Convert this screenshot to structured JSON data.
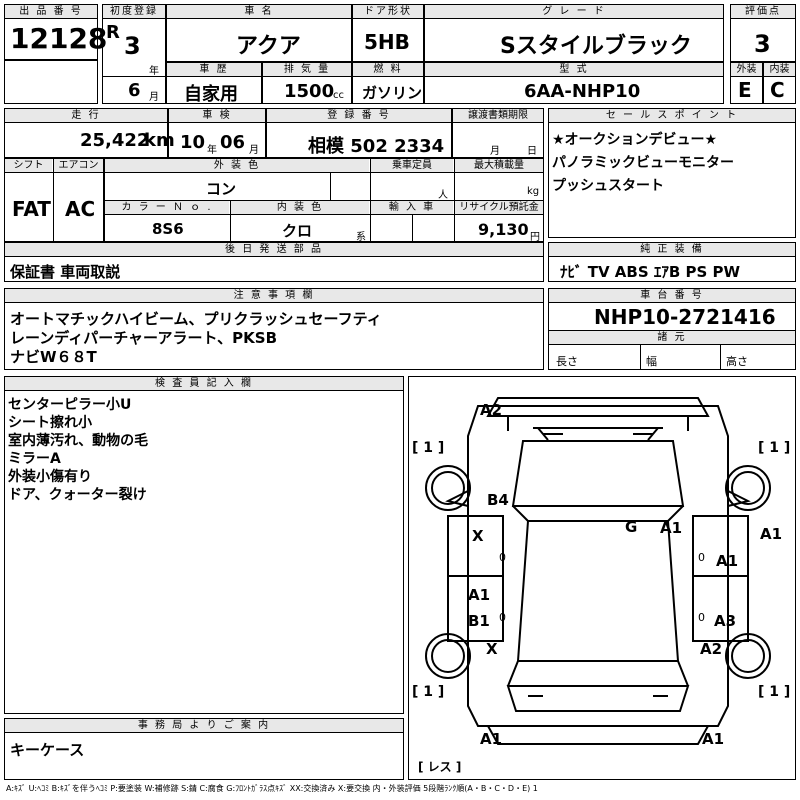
{
  "header": {
    "lot_label": "出 品 番 号",
    "lot_number": "12128",
    "first_reg_label": "初度登録",
    "era": "R",
    "year": "3",
    "year_unit": "年",
    "month": "6",
    "month_unit": "月",
    "car_name_label": "車 名",
    "car_name": "アクア",
    "door_label": "ドア形状",
    "door": "5HB",
    "grade_label": "グ レ ー ド",
    "grade": "Sスタイルブラック",
    "score_label": "評価点",
    "score": "3",
    "history_label": "車 歴",
    "history": "自家用",
    "displacement_label": "排 気 量",
    "displacement": "1500",
    "displacement_unit": "cc",
    "fuel_label": "燃 料",
    "fuel": "ガソリン",
    "model_label": "型 式",
    "model": "6AA-NHP10",
    "exterior_grade_label": "外装",
    "exterior_grade": "E",
    "interior_grade_label": "内装",
    "interior_grade": "C"
  },
  "row2": {
    "mileage_label": "走 行",
    "mileage": "25,422",
    "mileage_unit": "km",
    "inspection_label": "車 検",
    "inspection_year": "10",
    "inspection_year_unit": "年",
    "inspection_month": "06",
    "inspection_month_unit": "月",
    "registration_label": "登 録 番 号",
    "registration": "相模 502 2334",
    "transfer_label": "譲渡書類期限",
    "transfer_month_unit": "月",
    "transfer_day_unit": "日",
    "sales_point_label": "セ ー ル ス ポ イ ン ト",
    "sales_points": [
      "★オークションデビュー★",
      "パノラミックビューモニター",
      "プッシュスタート"
    ]
  },
  "row3": {
    "shift_label": "シフト",
    "shift": "FAT",
    "ac_label": "エアコン",
    "ac": "AC",
    "exterior_color_label": "外 装 色",
    "exterior_color": "コン",
    "capacity_label": "乗車定員",
    "capacity_unit": "人",
    "max_load_label": "最大積載量",
    "max_load_unit": "kg",
    "color_no_label": "カ ラ ー Ｎ ｏ .",
    "color_no": "8S6",
    "interior_color_label": "内 装 色",
    "interior_color": "クロ",
    "interior_color_unit": "系",
    "import_label": "輸 入 車",
    "recycle_label": "リサイクル預託金",
    "recycle": "9,130",
    "recycle_unit": "円"
  },
  "accessories": {
    "label": "後 日 発 送 部 品",
    "value": "保証書 車両取説"
  },
  "genuine": {
    "label": "純 正 装 備",
    "value": "ﾅﾋﾞ TV ABS ｴｱB PS PW"
  },
  "notes": {
    "label": "注 意 事 項 欄",
    "lines": [
      "オートマチックハイビーム、プリクラッシュセーフティ",
      "レーンディパーチャーアラート、PKSB",
      "ナビW６８T"
    ]
  },
  "chassis": {
    "label": "車 台 番 号",
    "value": "NHP10-2721416",
    "dims_label": "諸 元",
    "length_label": "長さ",
    "width_label": "幅",
    "height_label": "高さ"
  },
  "inspector": {
    "label": "検 査 員 記 入 欄",
    "lines": [
      "センターピラー小U",
      "シート擦れ小",
      "室内薄汚れ、動物の毛",
      "ミラーA",
      "外装小傷有り",
      "ドア、クォーター裂け"
    ]
  },
  "diagram": {
    "marks": [
      "A2",
      "B4",
      "G",
      "A1",
      "A1",
      "X",
      "A1",
      "A1",
      "B1",
      "A3",
      "X",
      "A2",
      "A1",
      "A1"
    ],
    "tire_marks": [
      "[ 1 ]",
      "[ 1 ]",
      "[ 1 ]",
      "[ 1 ]"
    ],
    "spare_label": "[ レス ]",
    "zero_marks": [
      "0",
      "0",
      "0",
      "0"
    ]
  },
  "office": {
    "label": "事 務 局 よ り ご 案 内",
    "value": "キーケース"
  },
  "legend": "A:ｷｽﾞ U:ﾍｺﾐ B:ｷｽﾞを伴うﾍｺﾐ P:要塗装 W:補修跡 S:錆 C:腐食 G:ﾌﾛﾝﾄｶﾞﾗｽ点ｷｽﾞ XX:交換済み X:要交換 内・外装評価 5段階ﾗﾝｸ順(A・B・C・D・E) 1"
}
